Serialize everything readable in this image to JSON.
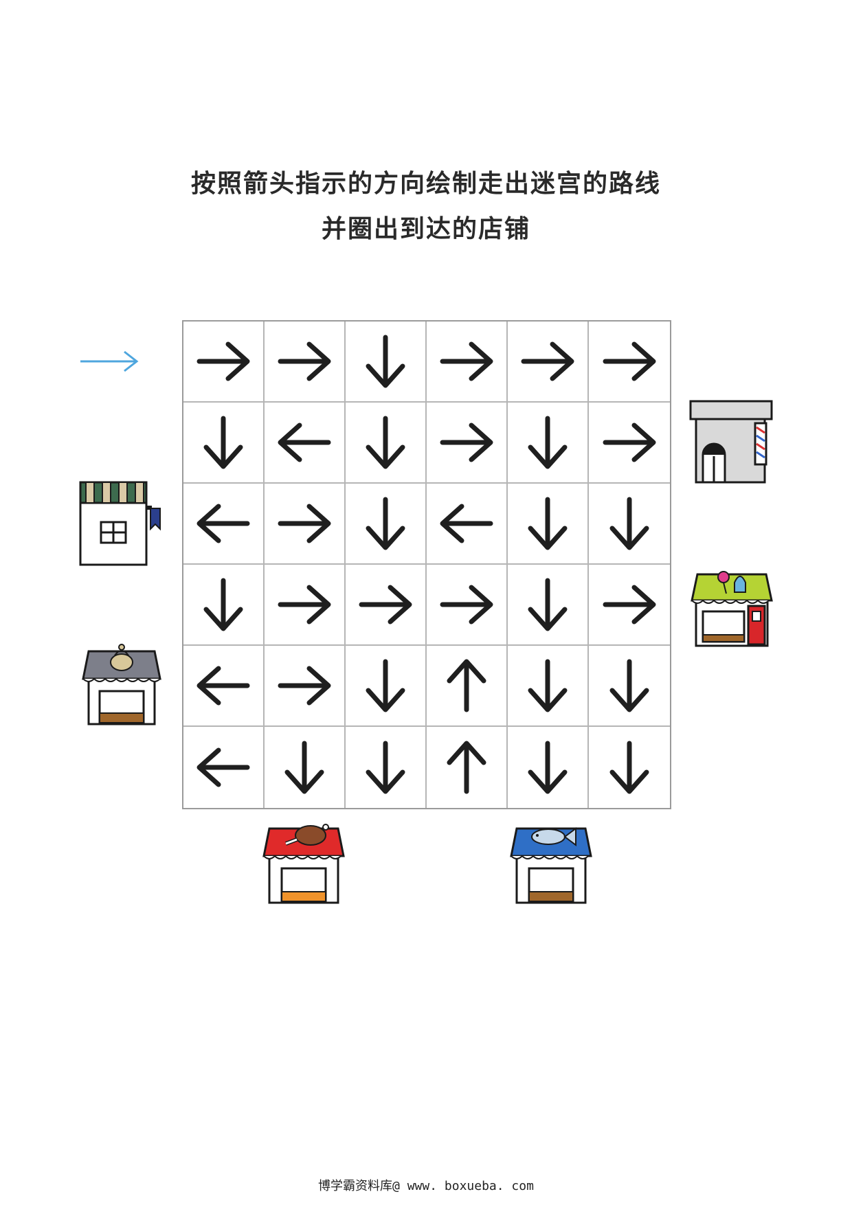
{
  "title_line1": "按照箭头指示的方向绘制走出迷宫的路线",
  "title_line2": "并圈出到达的店铺",
  "start_arrow_color": "#4ea6de",
  "grid": [
    [
      "right",
      "right",
      "down",
      "right",
      "right",
      "right"
    ],
    [
      "down",
      "left",
      "down",
      "right",
      "down",
      "right"
    ],
    [
      "left",
      "right",
      "down",
      "left",
      "down",
      "down"
    ],
    [
      "down",
      "right",
      "right",
      "right",
      "down",
      "right"
    ],
    [
      "left",
      "right",
      "down",
      "up",
      "down",
      "down"
    ],
    [
      "left",
      "down",
      "down",
      "up",
      "down",
      "down"
    ]
  ],
  "shops": {
    "barber": {
      "icon": "barber-shop-icon"
    },
    "book": {
      "icon": "book-shop-icon",
      "awning_color": "#3d6b4e"
    },
    "kettle": {
      "icon": "kettle-shop-icon",
      "awning_color": "#7d7f8a"
    },
    "candy": {
      "icon": "candy-shop-icon",
      "awning_color": "#b5d334"
    },
    "meat": {
      "icon": "meat-shop-icon",
      "awning_color": "#e02a2a"
    },
    "fish": {
      "icon": "fish-shop-icon",
      "awning_color": "#2f6fc6"
    }
  },
  "footer": "博学霸资料库@ www. boxueba. com"
}
